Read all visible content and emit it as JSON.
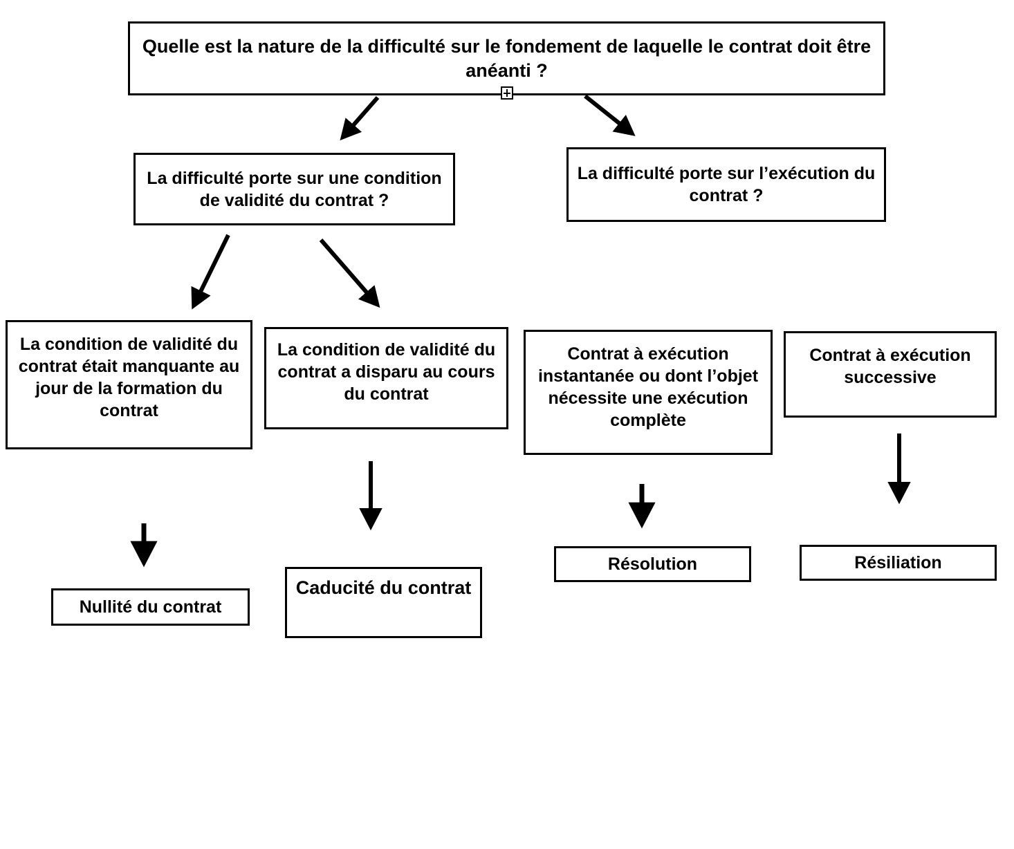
{
  "diagram": {
    "title": "Quelle est la nature de la difficulté sur le fondement de laquelle le contrat doit être anéanti ?",
    "language": "fr",
    "colors": {
      "background": "#ffffff",
      "box_border": "#000000",
      "text": "#000000",
      "arrow": "#000000"
    },
    "handle": {
      "name": "expand-collapse-handle",
      "glyph": "+"
    },
    "nodes": [
      {
        "id": "root",
        "name": "question-root",
        "text": "Quelle est la nature de la difficulté sur le fondement de laquelle le contrat doit être anéanti ?",
        "level": 0,
        "font_size": 27
      },
      {
        "id": "validite",
        "name": "question-condition-validite",
        "text": "La difficulté porte sur une condition de validité du contrat ?",
        "level": 1,
        "font_size": 25
      },
      {
        "id": "execution",
        "name": "question-execution",
        "text": "La difficulté porte sur l’exécution du contrat ?",
        "level": 1,
        "font_size": 25
      },
      {
        "id": "manquante",
        "name": "case-condition-manquante",
        "text": "La condition de validité du contrat était manquante au jour de la formation du contrat",
        "level": 2,
        "font_size": 25
      },
      {
        "id": "disparu",
        "name": "case-condition-disparue",
        "text": "La condition de validité du contrat a disparu au cours du contrat",
        "level": 2,
        "font_size": 25
      },
      {
        "id": "instantanee",
        "name": "case-execution-instantanee",
        "text": "Contrat à exécution instantanée ou dont l’objet nécessite une exécution complète",
        "level": 2,
        "font_size": 25
      },
      {
        "id": "successive",
        "name": "case-execution-successive",
        "text": "Contrat à exécution successive",
        "level": 2,
        "font_size": 25
      },
      {
        "id": "nullite",
        "name": "outcome-nullite",
        "text": "Nullité du contrat",
        "level": 3,
        "font_size": 25
      },
      {
        "id": "caducite",
        "name": "outcome-caducite",
        "text": "Caducité du contrat",
        "level": 3,
        "font_size": 27
      },
      {
        "id": "resolution",
        "name": "outcome-resolution",
        "text": "Résolution",
        "level": 3,
        "font_size": 25
      },
      {
        "id": "resiliation",
        "name": "outcome-resiliation",
        "text": "Résiliation",
        "level": 3,
        "font_size": 25
      }
    ],
    "edges": [
      {
        "name": "edge-root-to-validite",
        "from": "root",
        "to": "validite",
        "style": "diagonal-left"
      },
      {
        "name": "edge-root-to-execution",
        "from": "root",
        "to": "execution",
        "style": "diagonal-right"
      },
      {
        "name": "edge-validite-to-manquante",
        "from": "validite",
        "to": "manquante",
        "style": "diagonal-left"
      },
      {
        "name": "edge-validite-to-disparu",
        "from": "validite",
        "to": "disparu",
        "style": "diagonal-right"
      },
      {
        "name": "edge-manquante-to-nullite",
        "from": "manquante",
        "to": "nullite",
        "style": "vertical"
      },
      {
        "name": "edge-disparu-to-caducite",
        "from": "disparu",
        "to": "caducite",
        "style": "vertical"
      },
      {
        "name": "edge-instantanee-to-resolution",
        "from": "instantanee",
        "to": "resolution",
        "style": "vertical"
      },
      {
        "name": "edge-successive-to-resiliation",
        "from": "successive",
        "to": "resiliation",
        "style": "vertical"
      }
    ]
  }
}
